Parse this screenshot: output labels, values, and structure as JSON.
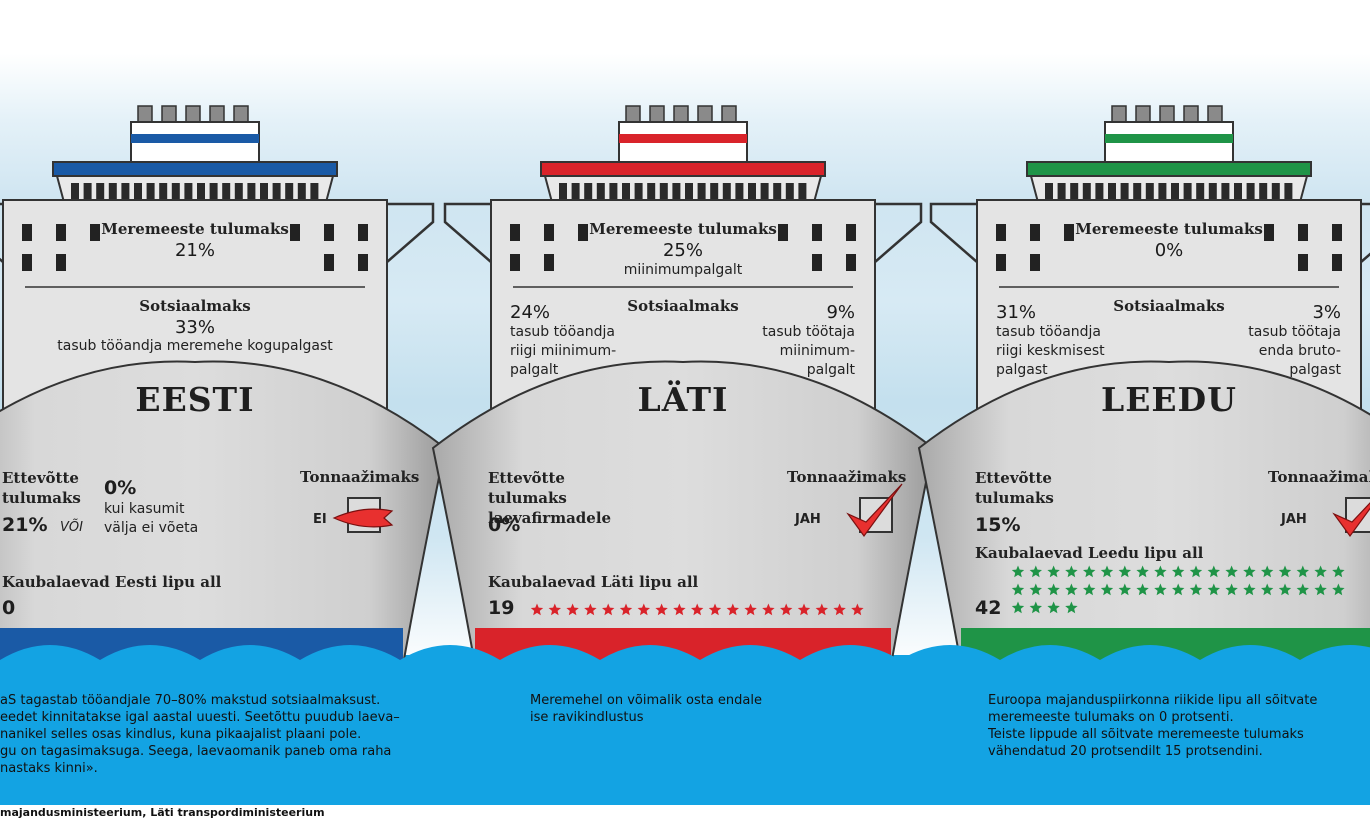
{
  "ships": [
    {
      "country": "EESTI",
      "seafarer_tax_label": "Meremeeste tulumaks",
      "seafarer_tax_value": "21%",
      "social_tax_label": "Sotsiaalmaks",
      "social_tax_value": "33%",
      "social_tax_note": "tasub tööandja meremehe kogupalgast",
      "corp_tax_label": "Ettevõtte tulumaks",
      "corp_tax_value": "21%",
      "corp_tax_or": "VÕI",
      "corp_tax_alt_value": "0%",
      "corp_tax_alt_note": "kui kasumit välja ei võeta",
      "tonnage_tax_label": "Tonnaažimaks",
      "tonnage_tax_answer": "EI",
      "fleet_label": "Kaubalaevad Eesti lipu all",
      "fleet_count": "0",
      "accent_color": "#1a5aa6"
    },
    {
      "country": "LÄTI",
      "seafarer_tax_label": "Meremeeste tulumaks",
      "seafarer_tax_value": "25%",
      "seafarer_tax_note": "miinimumpalgalt",
      "social_tax_label": "Sotsiaalmaks",
      "employer_value": "24%",
      "employer_note": "tasub tööandja riigi miinimum- palgalt",
      "employee_value": "9%",
      "employee_note": "tasub töötaja miinimum- palgalt",
      "corp_tax_label": "Ettevõtte tulumaks laevafirmadele",
      "corp_tax_value": "0%",
      "tonnage_tax_label": "Tonnaažimaks",
      "tonnage_tax_answer": "JAH",
      "fleet_label": "Kaubalaevad Läti lipu all",
      "fleet_count": "19",
      "accent_color": "#d9232a"
    },
    {
      "country": "LEEDU",
      "seafarer_tax_label": "Meremeeste tulumaks",
      "seafarer_tax_value": "0%",
      "social_tax_label": "Sotsiaalmaks",
      "employer_value": "31%",
      "employer_note": "tasub tööandja riigi keskmisest palgast",
      "employee_value": "3%",
      "employee_note": "tasub töötaja enda bruto- palgast",
      "corp_tax_label": "Ettevõtte tulumaks",
      "corp_tax_value": "15%",
      "tonnage_tax_label": "Tonnaažimaks",
      "tonnage_tax_answer": "JAH",
      "fleet_label": "Kaubalaevad Leedu lipu all",
      "fleet_count": "42",
      "accent_color": "#1f9447"
    }
  ],
  "notes": {
    "estonia_lines": [
      "aS tagastab tööandjale 70–80% makstud sotsiaalmaksust.",
      "eedet kinnitatakse igal aastal uuesti. Seetõttu puudub laeva–",
      "nanikel selles osas kindlus, kuna pikaajalist plaani pole.",
      "gu on tagasimaksuga. Seega, laevaomanik paneb oma raha",
      "nastaks kinni»."
    ],
    "latvia_lines": [
      "Meremehel on võimalik osta endale",
      "ise ravikindlustus"
    ],
    "lithuania_lines": [
      "Euroopa majanduspiirkonna riikide lipu all sõitvate",
      "meremeeste tulumaks on 0 protsenti.",
      "Teiste lippude all sõitvate meremeeste tulumaks",
      "vähendatud 20 protsendilt 15 protsendini."
    ]
  },
  "source": "majandusministeerium, Läti transpordiministeerium",
  "colors": {
    "water": "#13a3e3",
    "hull": "#cfcfcf",
    "deck": "#e6e6e6"
  }
}
